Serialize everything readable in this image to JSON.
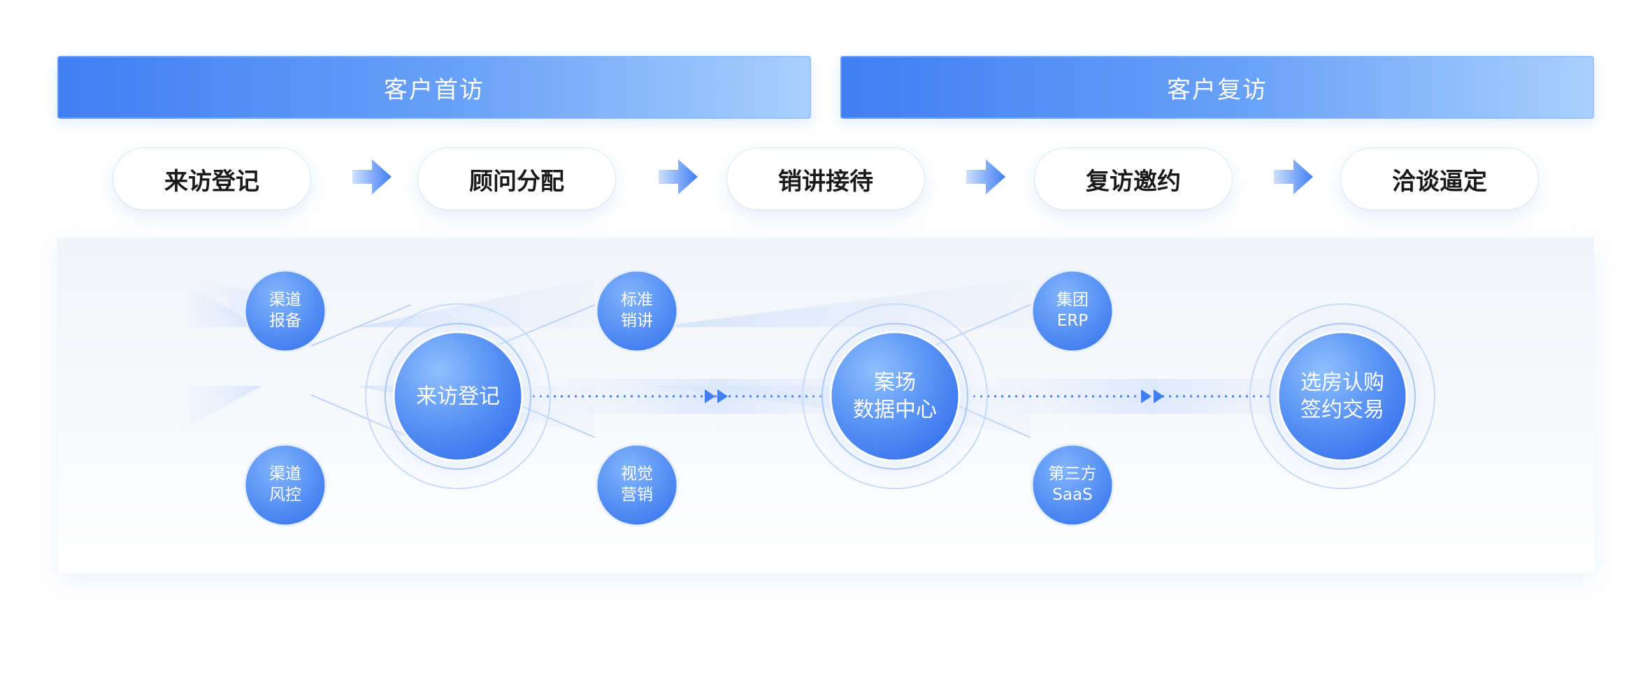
{
  "phases": [
    {
      "label": "客户首访"
    },
    {
      "label": "客户复访"
    }
  ],
  "steps": [
    {
      "label": "来访登记"
    },
    {
      "label": "顾问分配"
    },
    {
      "label": "销讲接待"
    },
    {
      "label": "复访邀约"
    },
    {
      "label": "洽谈逼定"
    }
  ],
  "hubs": [
    {
      "line1": "来访登记",
      "line2": ""
    },
    {
      "line1": "案场",
      "line2": "数据中心"
    },
    {
      "line1": "选房认购",
      "line2": "签约交易"
    }
  ],
  "satellites": [
    {
      "line1": "渠道",
      "line2": "报备"
    },
    {
      "line1": "渠道",
      "line2": "风控"
    },
    {
      "line1": "标准",
      "line2": "销讲"
    },
    {
      "line1": "视觉",
      "line2": "营销"
    },
    {
      "line1": "集团",
      "line2": "ERP"
    },
    {
      "line1": "第三方",
      "line2": "SaaS"
    }
  ],
  "colors": {
    "accent_dark": "#3f7ef3",
    "accent_light": "#a9d0fd",
    "node_blue": "#4a86f2",
    "dotted_line": "#3f7ef3"
  },
  "icons": [
    "arrow-right-icon",
    "double-arrow-icon"
  ]
}
